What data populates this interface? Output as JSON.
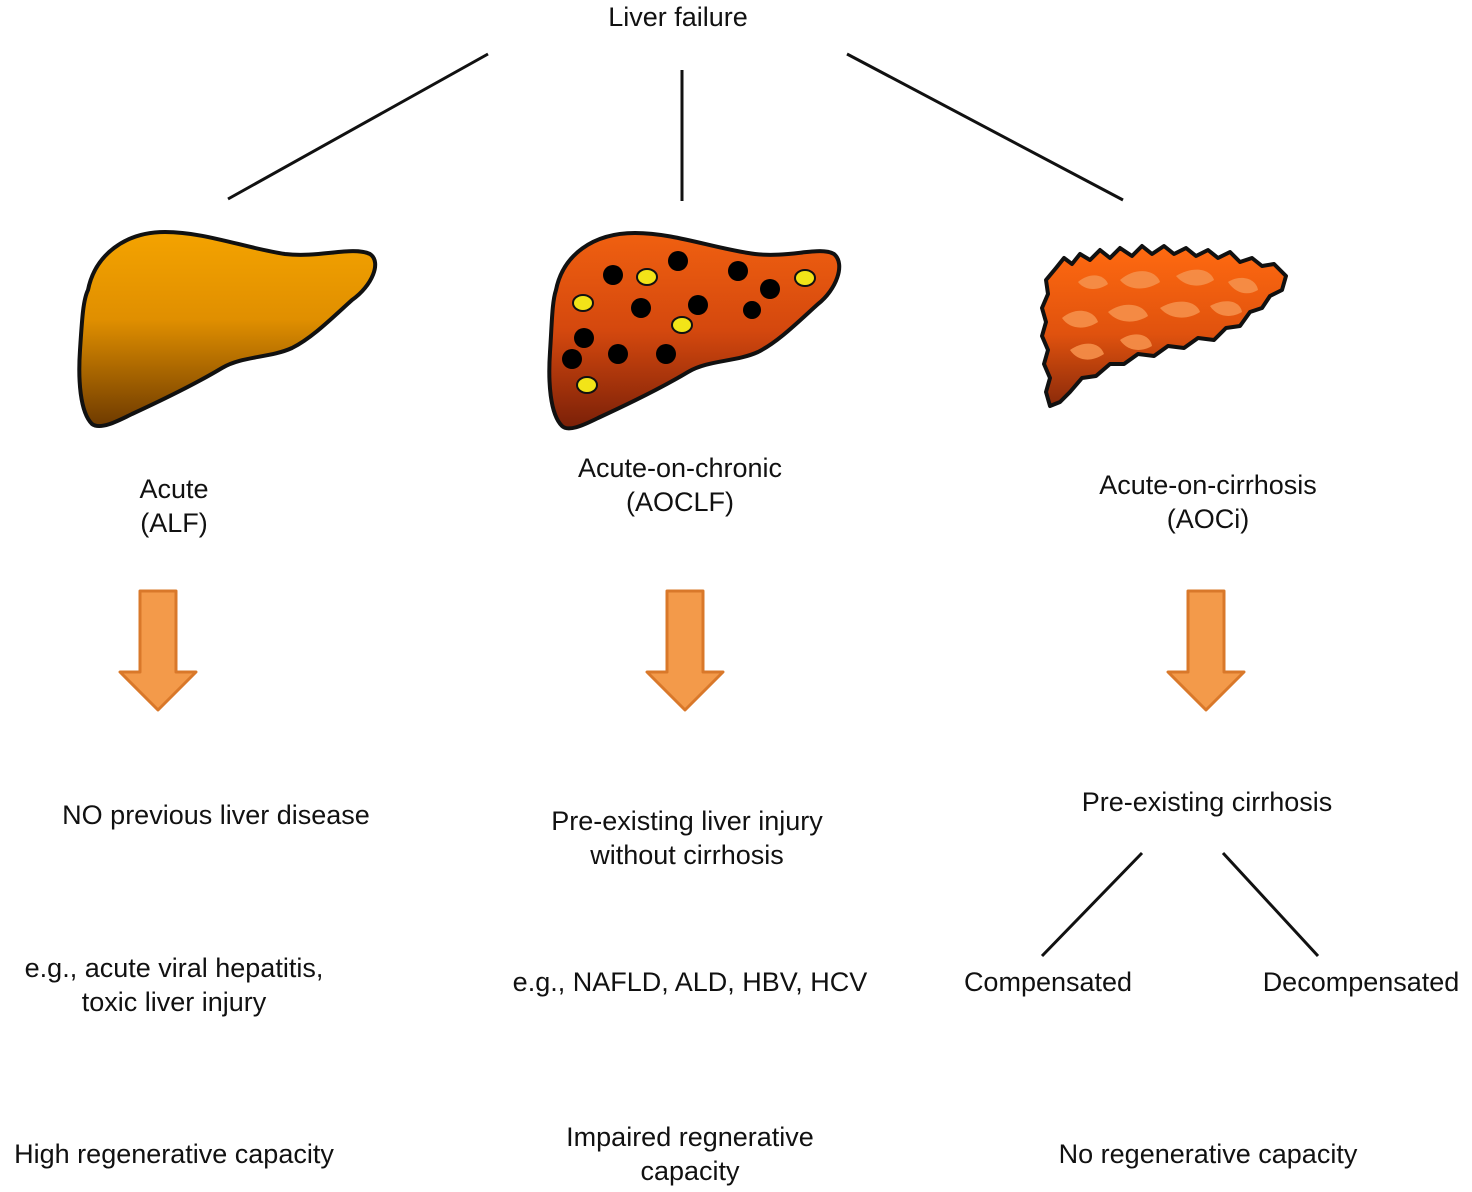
{
  "root": {
    "label": "Liver failure"
  },
  "columns": [
    {
      "type_line1": "Acute",
      "type_line2": "(ALF)",
      "condition_line1": "NO previous liver disease",
      "condition_line2": "",
      "example_line1": "e.g., acute viral hepatitis,",
      "example_line2": "toxic liver injury",
      "capacity_line1": "High regenerative capacity",
      "capacity_line2": "",
      "liver_color": "#f0a000"
    },
    {
      "type_line1": "Acute-on-chronic",
      "type_line2": "(AOCLF)",
      "condition_line1": "Pre-existing liver injury",
      "condition_line2": "without cirrhosis",
      "example_line1": "e.g., NAFLD, ALD, HBV, HCV",
      "example_line2": "",
      "capacity_line1": "Impaired regnerative",
      "capacity_line2": "capacity",
      "liver_color": "#e65a10"
    },
    {
      "type_line1": "Acute-on-cirrhosis",
      "type_line2": "(AOCi)",
      "condition_line1": "Pre-existing cirrhosis",
      "condition_line2": "",
      "branch_left": "Compensated",
      "branch_right": "Decompensated",
      "capacity_line1": "No regenerative capacity",
      "capacity_line2": "",
      "liver_color": "#e85a12"
    }
  ],
  "colors": {
    "arrow_fill": "#f39a4a",
    "arrow_stroke": "#d9782a",
    "line": "#111111"
  }
}
